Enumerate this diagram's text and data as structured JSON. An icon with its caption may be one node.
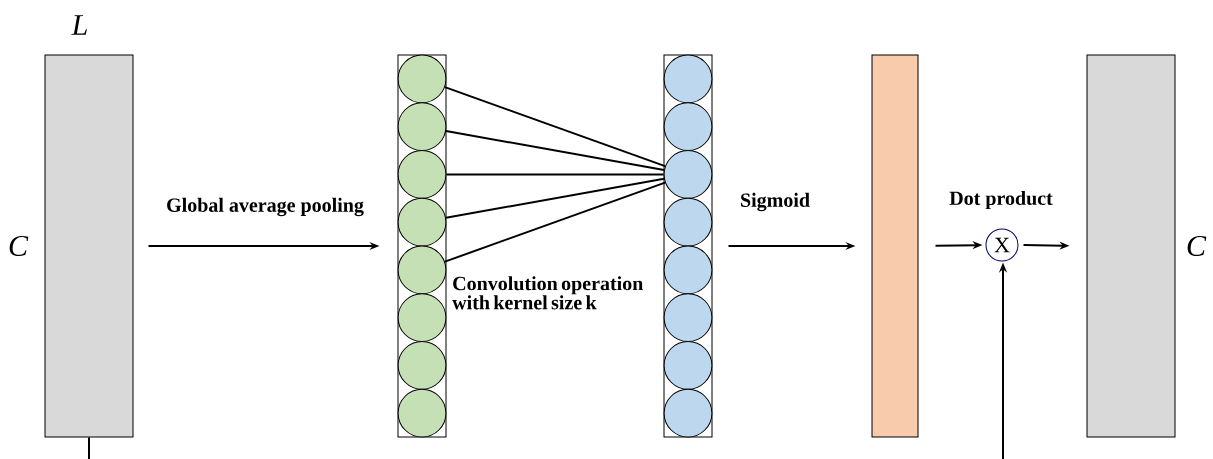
{
  "diagram": {
    "nodes": [
      {
        "text": [
          "L"
        ],
        "beside": [
          "C"
        ]
      },
      {
        "text": [],
        "shape": "box"
      },
      {
        "text": [],
        "shape": "circle",
        "in": 1
      },
      {
        "text": [],
        "shape": "circle",
        "in": 1
      },
      {
        "text": [],
        "shape": "circle",
        "in": 1
      },
      {
        "text": [],
        "shape": "circle",
        "in": 1
      },
      {
        "text": [],
        "shape": "circle",
        "in": 1
      },
      {
        "text": [],
        "shape": "circle",
        "in": 1
      },
      {
        "text": [],
        "shape": "circle",
        "in": 1
      },
      {
        "text": [],
        "shape": "circle",
        "in": 1
      },
      {
        "text": [],
        "shape": "box"
      },
      {
        "text": [],
        "shape": "circle",
        "in": 10
      },
      {
        "text": [],
        "shape": "circle",
        "in": 10
      },
      {
        "text": [],
        "shape": "circle",
        "in": 10
      },
      {
        "text": [],
        "shape": "circle",
        "in": 10
      },
      {
        "text": [],
        "shape": "circle",
        "in": 10
      },
      {
        "text": [],
        "shape": "circle",
        "in": 10
      },
      {
        "text": [],
        "shape": "circle",
        "in": 10
      },
      {
        "text": [],
        "shape": "circle",
        "in": 10
      },
      {
        "text": [],
        "shape": "bar"
      },
      {
        "text": [
          "X"
        ],
        "beside": [
          "Dot product"
        ]
      },
      {
        "text": [],
        "shape": "box",
        "beside": [
          "C"
        ]
      }
    ],
    "edges": [
      {
        "from": 0,
        "to": 1,
        "arrow": "to",
        "label": "Global average pooling"
      },
      {
        "from": 2,
        "to": 13,
        "arrow": "none"
      },
      {
        "from": 3,
        "to": 13,
        "arrow": "none"
      },
      {
        "from": 4,
        "to": 13,
        "arrow": "none"
      },
      {
        "from": 5,
        "to": 13,
        "arrow": "none"
      },
      {
        "from": 6,
        "to": 13,
        "arrow": "none"
      },
      {
        "from": 10,
        "to": 19,
        "arrow": "to",
        "label": "Sigmoid"
      },
      {
        "from": 19,
        "to": 20,
        "arrow": "to"
      },
      {
        "from": 20,
        "to": 21,
        "arrow": "to"
      },
      {
        "from": 0,
        "to": 20,
        "arrow": "to"
      }
    ],
    "labels": [
      "Convolution operation with kernel size k"
    ]
  }
}
